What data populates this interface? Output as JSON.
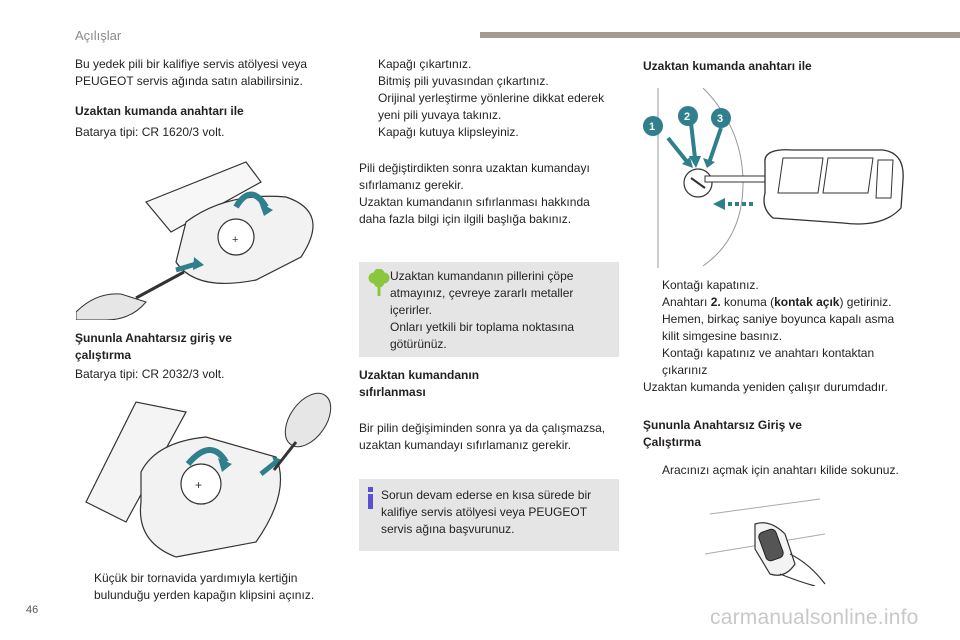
{
  "header": {
    "section_title": "Açılışlar"
  },
  "page_number": "46",
  "watermark": "carmanualsonline.info",
  "col1": {
    "intro": [
      "Bu yedek pili bir kalifiye servis atölyesi veya",
      "PEUGEOT servis ağında satın alabilirsiniz."
    ],
    "heading_remote": "Uzaktan kumanda anahtarı ile",
    "battery_remote": "Batarya tipi: CR 1620/3 volt.",
    "heading_keyless": [
      "Şununla Anahtarsız giriş ve",
      "çalıştırma"
    ],
    "battery_keyless": "Batarya tipi: CR 2032/3 volt.",
    "steps": [
      [
        "Küçük bir tornavida yardımıyla kertiğin",
        "bulunduğu yerden kapağın klipsini açınız."
      ]
    ]
  },
  "col2": {
    "steps": [
      [
        "Kapağı çıkartınız."
      ],
      [
        "Bitmiş pili yuvasından çıkartınız."
      ],
      [
        "Orijinal yerleştirme yönlerine dikkat ederek",
        "yeni pili yuvaya takınız."
      ],
      [
        "Kapağı kutuya klipsleyiniz."
      ]
    ],
    "reset_para": [
      "Pili değiştirdikten sonra uzaktan kumandayı",
      "sıfırlamanız gerekir.",
      "Uzaktan kumandanın sıfırlanması hakkında",
      "daha fazla bilgi için ilgili başlığa bakınız."
    ],
    "eco_note": [
      "Uzaktan kumandanın pillerini çöpe",
      "atmayınız, çevreye zararlı metaller",
      "içerirler.",
      "Onları yetkili bir toplama noktasına",
      "götürünüz."
    ],
    "heading_reset": [
      "Uzaktan kumandanın",
      "sıfırlanması"
    ],
    "reset_body": [
      "Bir pilin değişiminden sonra ya da çalışmazsa,",
      "uzaktan kumandayı sıfırlamanız gerekir."
    ],
    "info_note": [
      "Sorun devam ederse en kısa sürede bir",
      "kalifiye servis atölyesi veya PEUGEOT",
      "servis ağına başvurunuz."
    ]
  },
  "col3": {
    "heading_remote": "Uzaktan kumanda anahtarı ile",
    "figure_labels": [
      "1",
      "2",
      "3"
    ],
    "steps": [
      {
        "lines": [
          "Kontağı kapatınız."
        ]
      },
      {
        "pre": "Anahtarı ",
        "bold1": "2.",
        "mid": " konuma (",
        "bold2": "kontak açık",
        "post": ") getiriniz."
      },
      {
        "lines": [
          "Hemen, birkaç saniye boyunca kapalı asma",
          "kilit simgesine basınız."
        ]
      },
      {
        "lines": [
          "Kontağı kapatınız ve anahtarı kontaktan",
          "çıkarınız"
        ]
      }
    ],
    "result": "Uzaktan kumanda yeniden çalışır durumdadır.",
    "heading_keyless": [
      "Şununla Anahtarsız Giriş ve",
      "Çalıştırma"
    ],
    "keyless_step": "Aracınızı açmak için anahtarı kilide sokunuz."
  },
  "bullet_glyph": "",
  "colors": {
    "accent": "#2f7f8c",
    "eco": "#8cc63f",
    "info": "#5a4fcf",
    "note_bg": "#e5e5e5",
    "header_bar": "#a39a92"
  },
  "icons": {
    "eco_note": "eco-leaf-icon",
    "info_note": "info-icon"
  }
}
